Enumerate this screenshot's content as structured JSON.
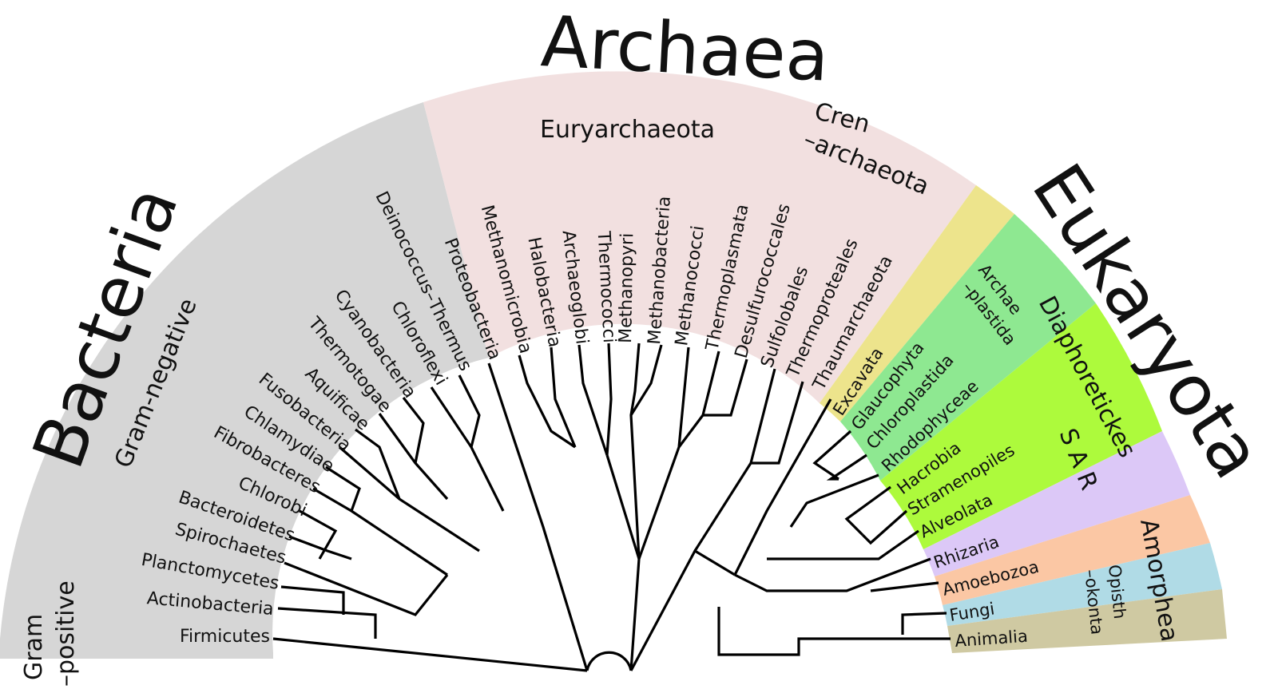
{
  "domains": {
    "bacteria": "Bacteria",
    "archaea": "Archaea",
    "eukaryota": "Eukaryota"
  },
  "groups": {
    "gram_negative": "Gram-negative",
    "gram_positive_line1": "Gram",
    "gram_positive_line2": "–positive",
    "euryarchaeota": "Euryarchaeota",
    "crenarchaeota_line1": "Cren",
    "crenarchaeota_line2": "–archaeota",
    "archaeplastida_line1": "Archae",
    "archaeplastida_line2": "–plastida",
    "diaphoretickes": "Diaphoretickes",
    "sar": "S A R",
    "amorphea": "Amorphea",
    "opisthokonta_line1": "Opisth",
    "opisthokonta_line2": "–okonta"
  },
  "bacteria_taxa": [
    "Firmicutes",
    "Actinobacteria",
    "Planctomycetes",
    "Spirochaetes",
    "Bacteroidetes",
    "Chlorobi",
    "Fibrobacteres",
    "Chlamydiae",
    "Fusobacteria",
    "Aquificae",
    "Thermotogae",
    "Cyanobacteria",
    "Chloroflexi",
    "Deinococcus–Thermus",
    "Proteobacteria"
  ],
  "archaea_taxa": [
    "Methanomicrobia",
    "Halobacteria",
    "Archaeoglobi",
    "Thermococci",
    "Methanopyri",
    "Methanobacteria",
    "Methanococci",
    "Thermoplasmata",
    "Desulfurococcales",
    "Sulfolobales",
    "Thermoproteales",
    "Thaumarchaeota"
  ],
  "eukaryote_taxa": [
    "Excavata",
    "Glaucophyta",
    "Chloroplastida",
    "Rhodophyceae",
    "Hacrobia",
    "Stramenopiles",
    "Alveolata",
    "Rhizaria",
    "Amoebozoa",
    "Fungi",
    "Animalia"
  ],
  "colors": {
    "bacteria": "#d6d6d6",
    "archaea": "#f2e0e0",
    "excavata": "#ede48c",
    "archaeplastida": "#8ee891",
    "sar": "#adfa3c",
    "rhizaria": "#dcc8f7",
    "amoebozoa": "#fbc7a4",
    "fungi": "#b0dbe6",
    "animalia": "#cfc9a2"
  }
}
